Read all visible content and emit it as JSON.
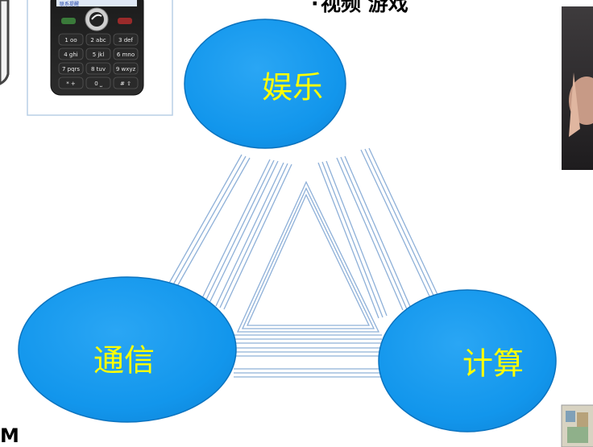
{
  "top_caption": "视频 游戏",
  "nodes": {
    "entertainment": {
      "label": "娱乐"
    },
    "communication": {
      "label": "通信"
    },
    "computing": {
      "label": "计算"
    }
  },
  "bottom_left_cut_text": "M",
  "colors": {
    "node_fill": "#1296ec",
    "node_label": "#ffff00",
    "connector": "#8eb0d8"
  },
  "phone": {
    "screen_text": "联系提醒",
    "keys": [
      "1 oo",
      "2 abc",
      "3 def",
      "4 ghi",
      "5 jkl",
      "6 mno",
      "7 pqrs",
      "8 tuv",
      "9 wxyz",
      "* +",
      "0 ⎵",
      "# ⇧"
    ]
  }
}
